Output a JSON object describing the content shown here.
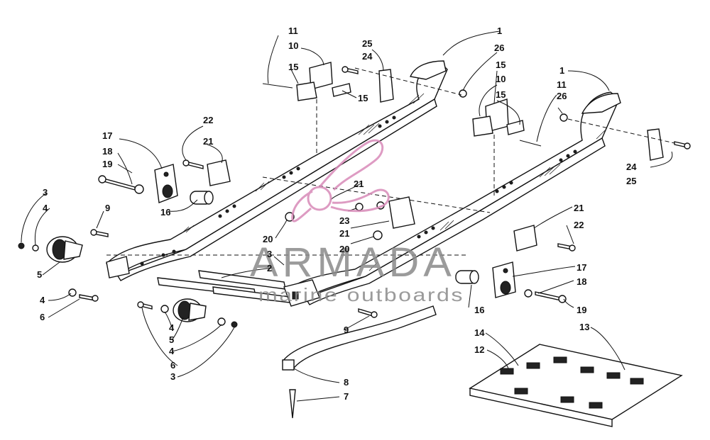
{
  "watermark": {
    "brand": "ARMADA",
    "tagline": "marine outboards",
    "logo_color": "#d88ab8",
    "text_color": "#8a8a8a"
  },
  "callouts": [
    {
      "id": "c1a",
      "label": "1"
    },
    {
      "id": "c1b",
      "label": "1"
    },
    {
      "id": "c2",
      "label": "2"
    },
    {
      "id": "c3a",
      "label": "3"
    },
    {
      "id": "c3b",
      "label": "3"
    },
    {
      "id": "c3c",
      "label": "3"
    },
    {
      "id": "c4a",
      "label": "4"
    },
    {
      "id": "c4b",
      "label": "4"
    },
    {
      "id": "c4c",
      "label": "4"
    },
    {
      "id": "c4d",
      "label": "4"
    },
    {
      "id": "c5a",
      "label": "5"
    },
    {
      "id": "c5b",
      "label": "5"
    },
    {
      "id": "c6a",
      "label": "6"
    },
    {
      "id": "c6b",
      "label": "6"
    },
    {
      "id": "c7",
      "label": "7"
    },
    {
      "id": "c8",
      "label": "8"
    },
    {
      "id": "c9a",
      "label": "9"
    },
    {
      "id": "c9b",
      "label": "9"
    },
    {
      "id": "c10a",
      "label": "10"
    },
    {
      "id": "c10b",
      "label": "10"
    },
    {
      "id": "c11a",
      "label": "11"
    },
    {
      "id": "c11b",
      "label": "11"
    },
    {
      "id": "c12",
      "label": "12"
    },
    {
      "id": "c13",
      "label": "13"
    },
    {
      "id": "c14",
      "label": "14"
    },
    {
      "id": "c15a",
      "label": "15"
    },
    {
      "id": "c15b",
      "label": "15"
    },
    {
      "id": "c15c",
      "label": "15"
    },
    {
      "id": "c15d",
      "label": "15"
    },
    {
      "id": "c16a",
      "label": "16"
    },
    {
      "id": "c16b",
      "label": "16"
    },
    {
      "id": "c17a",
      "label": "17"
    },
    {
      "id": "c17b",
      "label": "17"
    },
    {
      "id": "c18a",
      "label": "18"
    },
    {
      "id": "c18b",
      "label": "18"
    },
    {
      "id": "c19a",
      "label": "19"
    },
    {
      "id": "c19b",
      "label": "19"
    },
    {
      "id": "c20a",
      "label": "20"
    },
    {
      "id": "c20b",
      "label": "20"
    },
    {
      "id": "c21a",
      "label": "21"
    },
    {
      "id": "c21b",
      "label": "21"
    },
    {
      "id": "c21c",
      "label": "21"
    },
    {
      "id": "c21d",
      "label": "21"
    },
    {
      "id": "c22a",
      "label": "22"
    },
    {
      "id": "c22b",
      "label": "22"
    },
    {
      "id": "c23",
      "label": "23"
    },
    {
      "id": "c24a",
      "label": "24"
    },
    {
      "id": "c24b",
      "label": "24"
    },
    {
      "id": "c25a",
      "label": "25"
    },
    {
      "id": "c25b",
      "label": "25"
    },
    {
      "id": "c26a",
      "label": "26"
    },
    {
      "id": "c26b",
      "label": "26"
    }
  ]
}
